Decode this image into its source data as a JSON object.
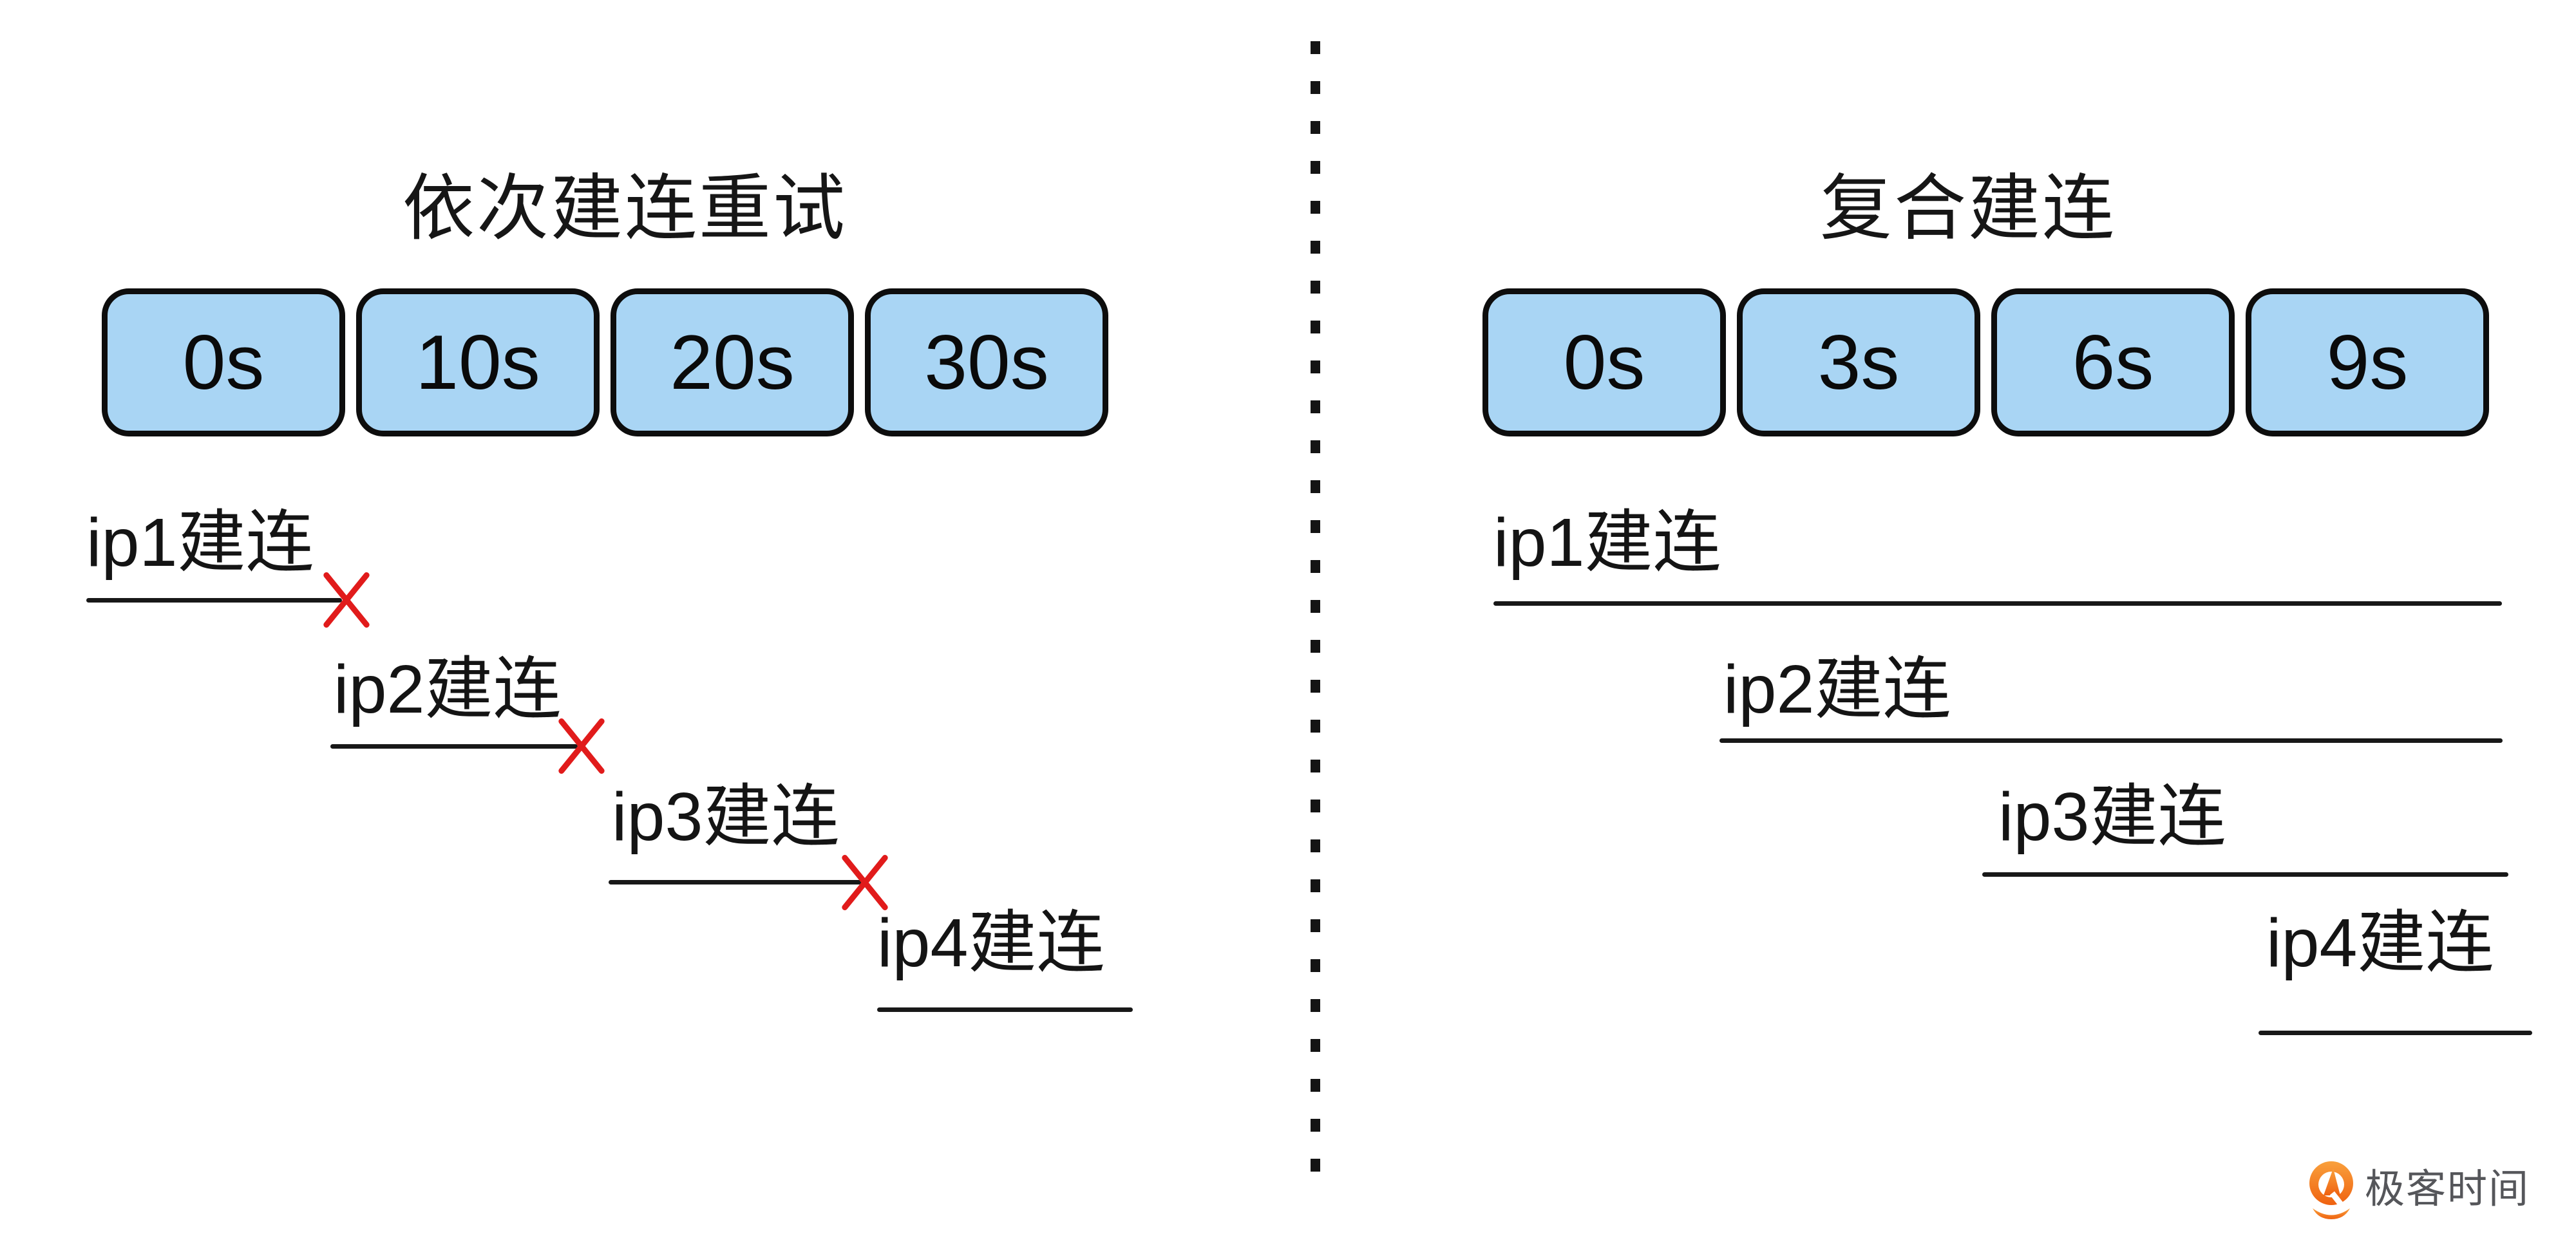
{
  "left_panel": {
    "title": "依次建连重试",
    "time_boxes": [
      "0s",
      "10s",
      "20s",
      "30s"
    ],
    "attempts": [
      {
        "label": "ip1建连",
        "failed": true
      },
      {
        "label": "ip2建连",
        "failed": true
      },
      {
        "label": "ip3建连",
        "failed": true
      },
      {
        "label": "ip4建连",
        "failed": false
      }
    ]
  },
  "right_panel": {
    "title": "复合建连",
    "time_boxes": [
      "0s",
      "3s",
      "6s",
      "9s"
    ],
    "attempts": [
      {
        "label": "ip1建连",
        "failed": false
      },
      {
        "label": "ip2建连",
        "failed": false
      },
      {
        "label": "ip3建连",
        "failed": false
      },
      {
        "label": "ip4建连",
        "failed": false
      }
    ]
  },
  "watermark": {
    "brand": "极客时间",
    "logo_icon": "geektime-pin-icon"
  },
  "colors": {
    "time_box_fill": "#a9d5f4",
    "time_box_border": "#0d0d0d",
    "timeline_line": "#181818",
    "failure_x": "#e11b1b",
    "divider_dot": "#141414",
    "brand_orange": "#f26d12",
    "brand_text": "#55565a"
  }
}
